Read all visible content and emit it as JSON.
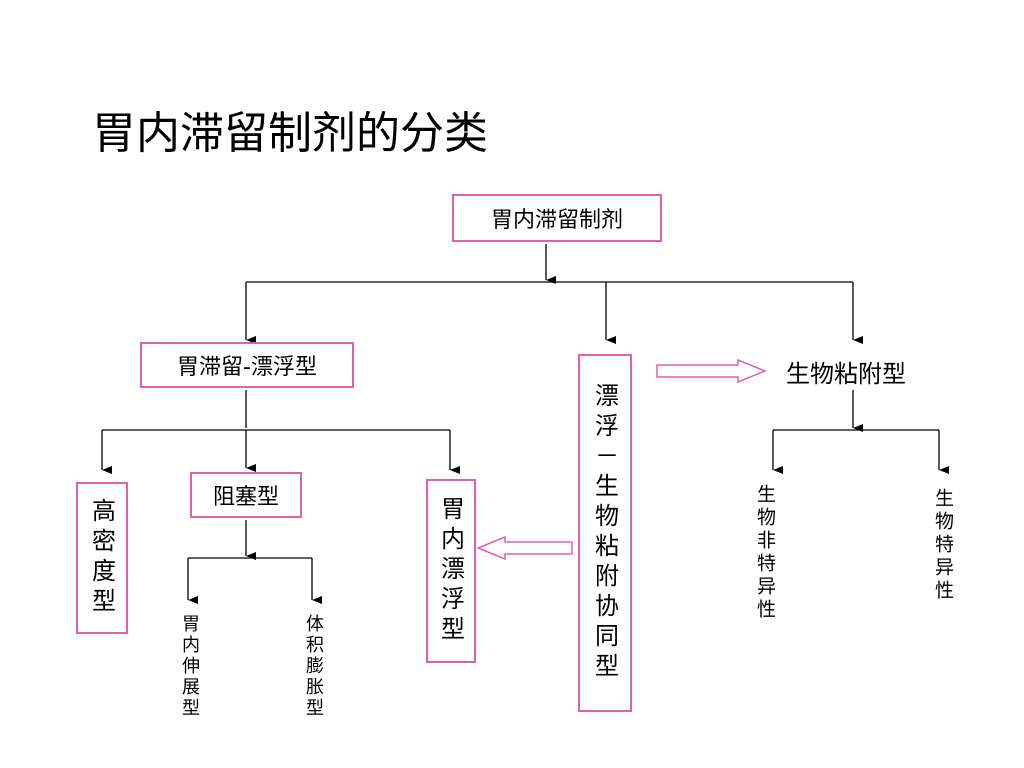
{
  "title": "胃内滞留制剂的分类",
  "nodes": {
    "root": "胃内滞留制剂",
    "floating_type": "胃滞留-漂浮型",
    "float_bioadhesive": "漂浮－生物粘附协同型",
    "bioadhesive": "生物粘附型",
    "high_density": "高密度型",
    "blocking": "阻塞型",
    "intragastric_float": "胃内漂浮型",
    "stretch": "胃内伸展型",
    "swelling": "体积膨胀型",
    "nonspecific": "生物非特异性",
    "specific": "生物特异性"
  },
  "colors": {
    "box_border": "#e060b0",
    "hollow_arrow": "#e060b0",
    "line": "#000000"
  }
}
